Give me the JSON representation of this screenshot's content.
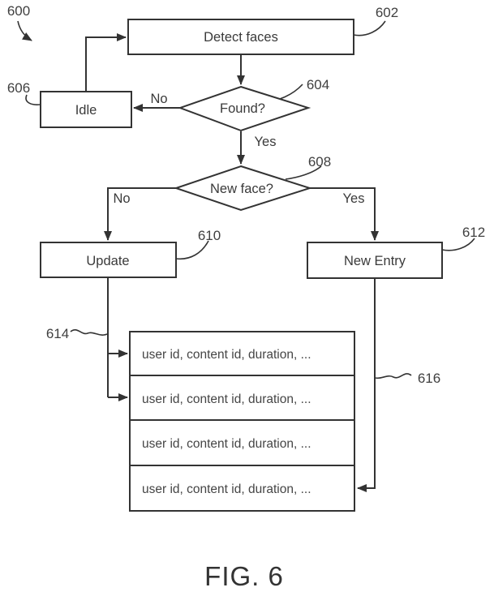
{
  "diagram": {
    "figure_ref": "600",
    "caption": "FIG. 6",
    "colors": {
      "ink": "#333333",
      "background": "#ffffff"
    },
    "nodes": {
      "detect_faces": {
        "label": "Detect faces",
        "ref": "602"
      },
      "found": {
        "label": "Found?",
        "ref": "604"
      },
      "idle": {
        "label": "Idle",
        "ref": "606"
      },
      "new_face": {
        "label": "New face?",
        "ref": "608"
      },
      "update": {
        "label": "Update",
        "ref": "610"
      },
      "new_entry": {
        "label": "New Entry",
        "ref": "612"
      }
    },
    "edge_labels": {
      "found_no": "No",
      "found_yes": "Yes",
      "new_face_no": "No",
      "new_face_yes": "Yes"
    },
    "table": {
      "ref_update_side": "614",
      "ref_new_entry_side": "616",
      "rows": [
        "user id, content id, duration, ...",
        "user id, content id, duration, ...",
        "user id, content id, duration, ...",
        "user id, content id, duration, ..."
      ]
    }
  }
}
